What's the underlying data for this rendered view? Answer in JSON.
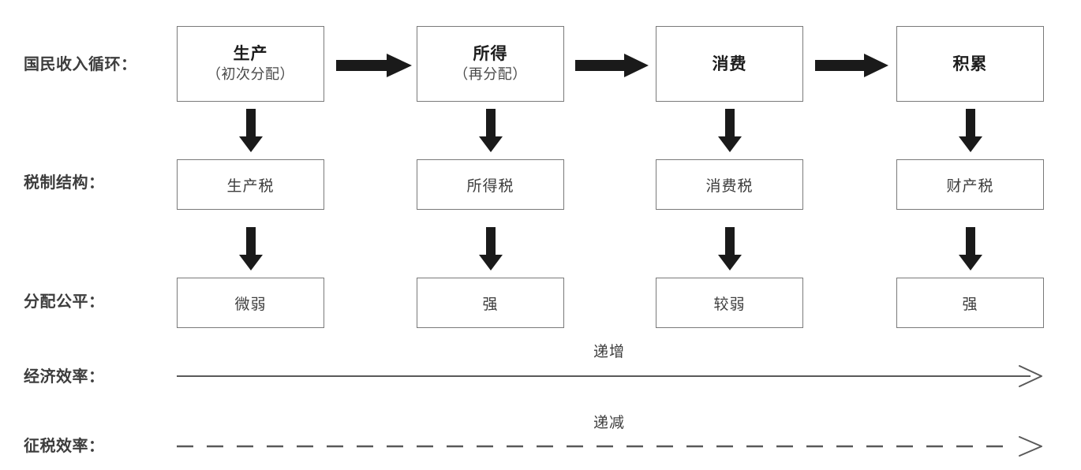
{
  "diagram": {
    "rows": [
      {
        "label": "国民收入循环："
      },
      {
        "label": "税制结构："
      },
      {
        "label": "分配公平："
      },
      {
        "label": "经济效率："
      },
      {
        "label": "征税效率："
      }
    ],
    "cycle_boxes": [
      {
        "title": "生产",
        "sub": "（初次分配）"
      },
      {
        "title": "所得",
        "sub": "（再分配）"
      },
      {
        "title": "消费",
        "sub": ""
      },
      {
        "title": "积累",
        "sub": ""
      }
    ],
    "tax_boxes": [
      {
        "title": "生产税"
      },
      {
        "title": "所得税"
      },
      {
        "title": "消费税"
      },
      {
        "title": "财产税"
      }
    ],
    "equity_boxes": [
      {
        "title": "微弱"
      },
      {
        "title": "强"
      },
      {
        "title": "较弱"
      },
      {
        "title": "强"
      }
    ],
    "axes": [
      {
        "caption": "递增",
        "style": "solid"
      },
      {
        "caption": "递减",
        "style": "dashed"
      }
    ],
    "colors": {
      "box_border": "#7a7a7a",
      "arrow_fill": "#1a1a1a",
      "axis_stroke": "#595959",
      "text": "#3d3d3d",
      "background": "#ffffff"
    }
  }
}
